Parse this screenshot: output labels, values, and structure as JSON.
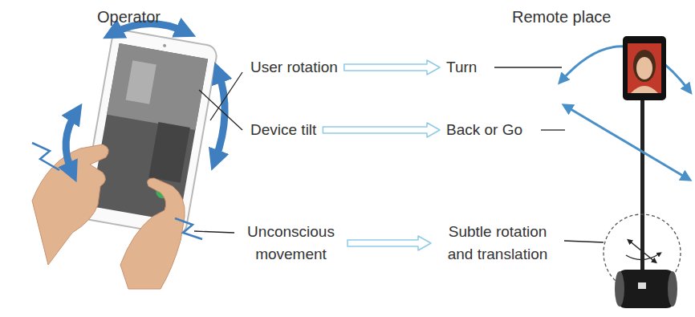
{
  "diagram": {
    "nodes": [
      {
        "text": [
          "User rotation"
        ]
      },
      {
        "text": [
          "Turn"
        ]
      },
      {
        "text": [
          "Device tilt"
        ]
      },
      {
        "text": [
          "Back or Go"
        ]
      },
      {
        "text": [
          "Unconscious movement"
        ]
      },
      {
        "text": [
          "Subtle rotation and translation"
        ]
      }
    ],
    "edges": [
      {
        "from": 0,
        "to": 1,
        "arrow": "to"
      },
      {
        "from": 2,
        "to": 3,
        "arrow": "to"
      },
      {
        "from": 4,
        "to": 5,
        "arrow": "to"
      }
    ],
    "labels": [
      "Operator",
      "Remote place"
    ]
  }
}
